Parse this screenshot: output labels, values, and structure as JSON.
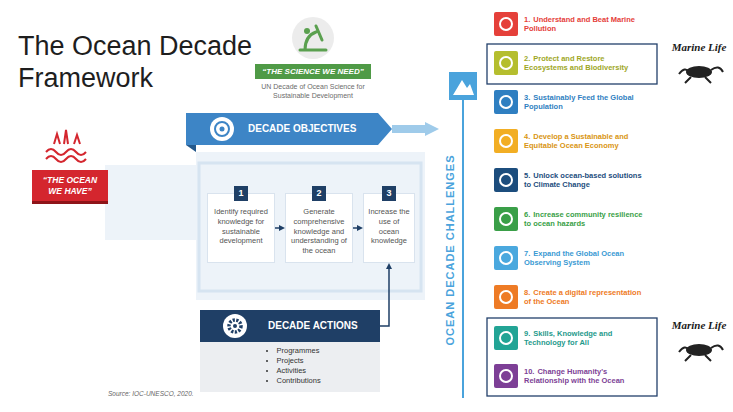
{
  "diagram": {
    "title": "The Ocean Decade Framework",
    "caption": "Source: IOC-UNESCO, 2020.",
    "nodes": [
      {
        "text": [
          "“THE SCIENCE WE NEED”",
          "UN Decade of Ocean Science for Sustainable Development"
        ]
      },
      {
        "text": [
          "“THE OCEAN WE HAVE”"
        ]
      },
      {
        "text": [
          "DECADE OBJECTIVES"
        ]
      },
      {
        "text": [
          "1",
          "Identify required knowledge for sustainable development"
        ]
      },
      {
        "text": [
          "2",
          "Generate comprehensive knowledge and understanding of the ocean"
        ]
      },
      {
        "text": [
          "3",
          "Increase the use of ocean knowledge"
        ]
      },
      {
        "text": [
          "DECADE ACTIONS",
          "Programmes",
          "Projects",
          "Activities",
          "Contributions"
        ]
      },
      {
        "text": [
          "OCEAN DECADE CHALLENGES"
        ]
      },
      {
        "text": [
          "1.",
          "Understand and Beat Marine Pollution"
        ]
      },
      {
        "text": [
          "2.",
          "Protect and Restore Ecosystems and Biodiversity"
        ]
      },
      {
        "text": [
          "3.",
          "Sustainably Feed the Global Population"
        ]
      },
      {
        "text": [
          "4.",
          "Develop a Sustainable and Equitable Ocean Economy"
        ]
      },
      {
        "text": [
          "5.",
          "Unlock ocean-based solutions to Climate Change"
        ]
      },
      {
        "text": [
          "6.",
          "Increase community resilience to ocean hazards"
        ]
      },
      {
        "text": [
          "7.",
          "Expand the Global Ocean Observing System"
        ]
      },
      {
        "text": [
          "8.",
          "Create a digital representation of the Ocean"
        ]
      },
      {
        "text": [
          "9.",
          "Skills, Knowledge and Technology for All"
        ]
      },
      {
        "text": [
          "10.",
          "Change Humanity's Relationship with the Ocean"
        ]
      }
    ],
    "edges": [
      {
        "from": 3,
        "to": 4,
        "arrow": "to"
      },
      {
        "from": 4,
        "to": 5,
        "arrow": "to"
      },
      {
        "from": 6,
        "to": 5,
        "arrow": "to"
      },
      {
        "from": 2,
        "to": 7,
        "arrow": "to"
      }
    ],
    "labels": [
      "Marine Life",
      "Marine Life"
    ]
  }
}
